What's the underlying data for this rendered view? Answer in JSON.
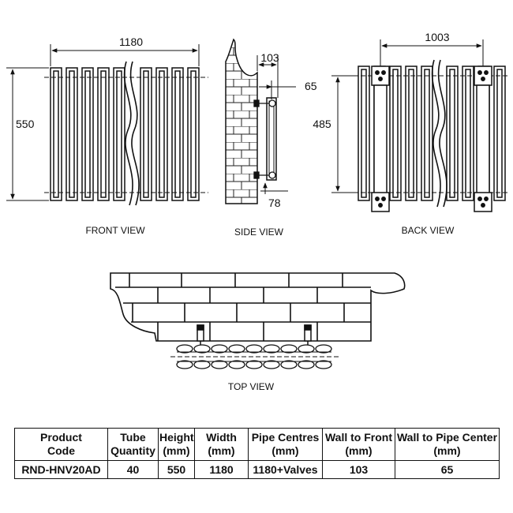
{
  "views": {
    "front_label": "FRONT VIEW",
    "side_label": "SIDE VIEW",
    "back_label": "BACK VIEW",
    "top_label": "TOP VIEW"
  },
  "dimensions": {
    "front_width": "1180",
    "front_height": "550",
    "side_depth": "103",
    "side_wall_to_pipe": "65",
    "side_bottom": "78",
    "back_width": "1003",
    "back_height": "485"
  },
  "table": {
    "headers": [
      {
        "line1": "Product",
        "line2": "Code"
      },
      {
        "line1": "Tube",
        "line2": "Quantity"
      },
      {
        "line1": "Height",
        "line2": "(mm)"
      },
      {
        "line1": "Width",
        "line2": "(mm)"
      },
      {
        "line1": "Pipe Centres",
        "line2": "(mm)"
      },
      {
        "line1": "Wall to Front",
        "line2": "(mm)"
      },
      {
        "line1": "Wall to Pipe Center",
        "line2": "(mm)"
      }
    ],
    "row": [
      "RND-HNV20AD",
      "40",
      "550",
      "1180",
      "1180+Valves",
      "103",
      "65"
    ]
  }
}
